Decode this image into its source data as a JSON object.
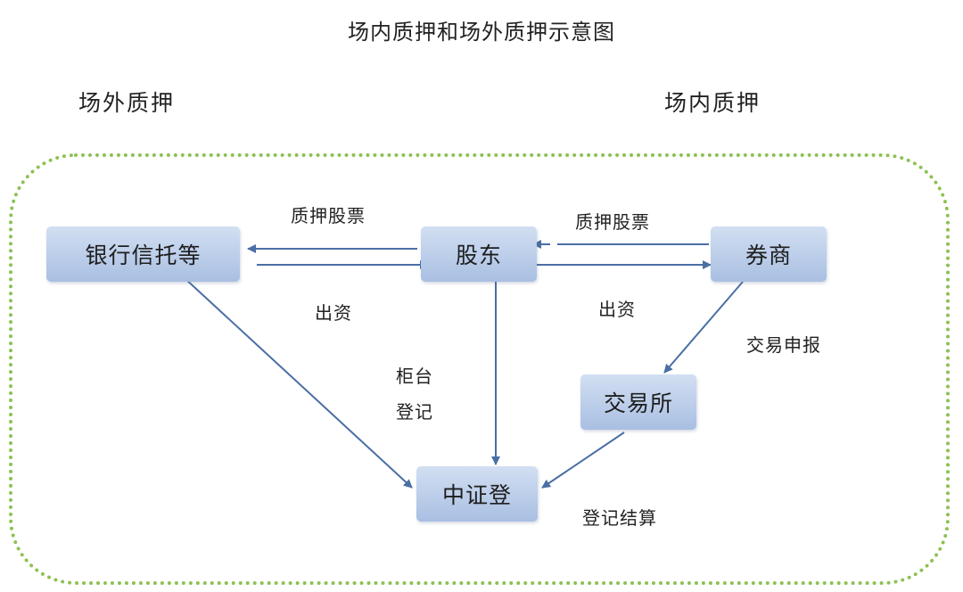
{
  "title": "场内质押和场外质押示意图",
  "sections": {
    "offsite": "场外质押",
    "onsite": "场内质押"
  },
  "nodes": {
    "bank": "银行信托等",
    "shareholder": "股东",
    "broker": "券商",
    "exchange": "交易所",
    "csdc": "中证登"
  },
  "edge_labels": {
    "pledge_left": "质押股票",
    "fund_left": "出资",
    "pledge_right": "质押股票",
    "fund_right": "出资",
    "counter_line1": "柜台",
    "counter_line2": "登记",
    "trade_report": "交易申报",
    "register_settle": "登记结算"
  },
  "colors": {
    "frame_border": "#8cc152",
    "arrow": "#4a6fa5",
    "node_top": "#d2dff2",
    "node_bottom": "#a9bfe2"
  }
}
